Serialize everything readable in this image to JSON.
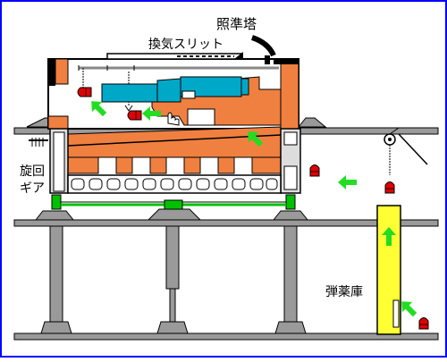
{
  "labels": {
    "sighting_tower": "照準塔",
    "ventilation_slit": "換気スリット",
    "traverse_gear_line1": "旋回",
    "traverse_gear_line2": "ギア",
    "magazine": "弾薬庫"
  },
  "colors": {
    "outline": "#000000",
    "turret_orange": "#f08040",
    "gun_cyan": "#00a8c8",
    "rail_gray": "#808080",
    "gear_green": "#00c000",
    "shell_red": "#e00000",
    "arrow_green": "#22dd22",
    "magazine_yellow": "#ffff33",
    "border_blue": "#0000ff"
  },
  "icons": [
    "shell-icon",
    "flow-arrow-icon",
    "hook-icon",
    "pulley-icon",
    "hand-icon"
  ]
}
